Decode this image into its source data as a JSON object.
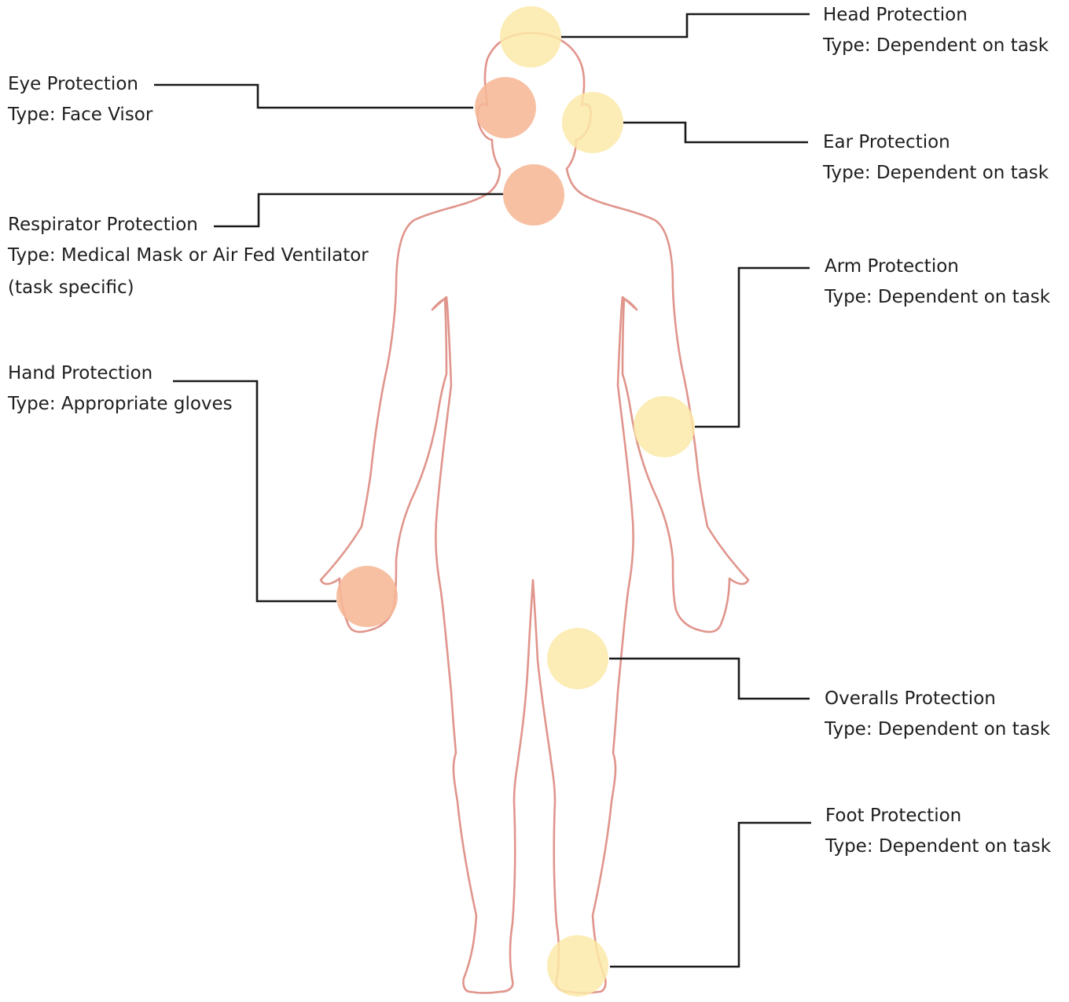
{
  "colors": {
    "outline": "#e0958c",
    "required_dot": "#f6b796",
    "task_dot": "#fbe9a8",
    "leader": "#1a1a1a",
    "text": "#1e1e1e"
  },
  "legend_note": "",
  "labels": {
    "head": {
      "title": "Head Protection",
      "type": "Type: Dependent on task"
    },
    "eye": {
      "title": "Eye Protection",
      "type": "Type: Face Visor"
    },
    "ear": {
      "title": "Ear Protection",
      "type": "Type: Dependent on task"
    },
    "respirator": {
      "title": "Respirator Protection",
      "type": "Type: Medical Mask or Air Fed Ventilator",
      "note": "(task specific)"
    },
    "arm": {
      "title": "Arm Protection",
      "type": "Type: Dependent on task"
    },
    "hand": {
      "title": "Hand Protection",
      "type": "Type: Appropriate gloves"
    },
    "overalls": {
      "title": "Overalls Protection",
      "type": "Type: Dependent on task"
    },
    "foot": {
      "title": "Foot Protection",
      "type": "Type: Dependent on task"
    }
  },
  "markers": [
    {
      "zone": "head",
      "level": "task"
    },
    {
      "zone": "eye",
      "level": "required"
    },
    {
      "zone": "ear",
      "level": "task"
    },
    {
      "zone": "respirator",
      "level": "required"
    },
    {
      "zone": "arm",
      "level": "task"
    },
    {
      "zone": "hand",
      "level": "required"
    },
    {
      "zone": "overalls",
      "level": "task"
    },
    {
      "zone": "foot",
      "level": "task"
    }
  ]
}
